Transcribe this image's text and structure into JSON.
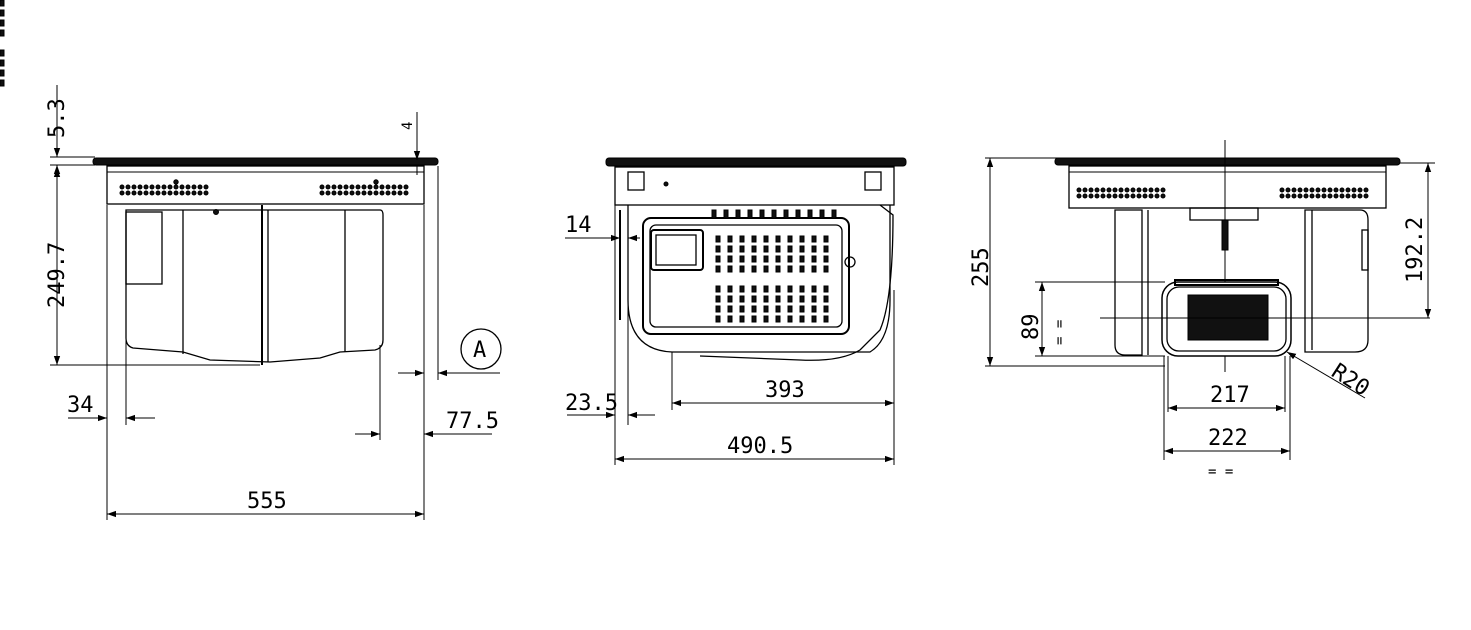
{
  "drawing": {
    "front_view": {
      "dim_height_top": "5.3",
      "dim_height_total": "249.7",
      "dim_glass_offset": "4",
      "dim_left_offset": "34",
      "dim_right_offset": "77.5",
      "dim_width": "555",
      "detail_callout": "A"
    },
    "side_view": {
      "dim_side_offset": "14",
      "dim_side_gap": "23.5",
      "dim_box_width": "393",
      "dim_depth": "490.5"
    },
    "rear_view": {
      "dim_total_height": "255",
      "dim_upper_height": "192.2",
      "dim_duct_height": "89",
      "dim_duct_inner_width": "217",
      "dim_duct_outer_width": "222",
      "dim_radius": "R20",
      "equal_mark": "= ="
    }
  }
}
